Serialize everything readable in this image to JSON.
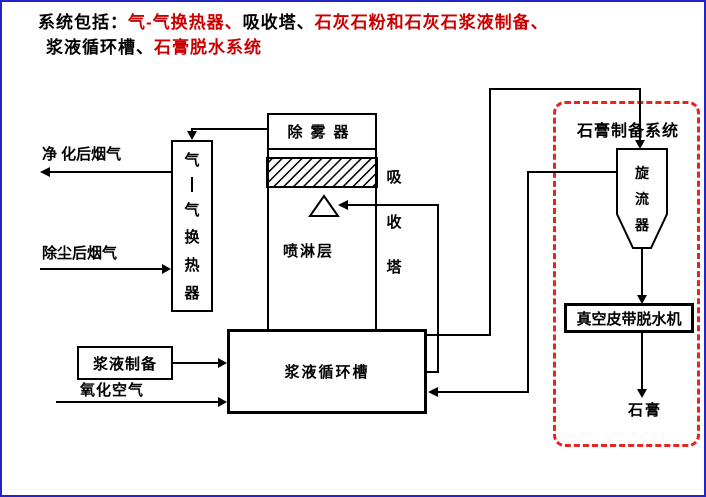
{
  "colors": {
    "frame_border_blue": "#2323c8",
    "title_accent_red": "#cc0000",
    "diagram_line_black": "#000000",
    "dashed_area_red": "#e8241f",
    "background": "#ffffff"
  },
  "title": {
    "segments": [
      {
        "text": "系统包括：",
        "color": "#000000"
      },
      {
        "text": "气-气换热器、",
        "color": "#cc0000"
      },
      {
        "text": "吸收塔、",
        "color": "#000000"
      },
      {
        "text": "石灰石粉和石灰石浆液制备、",
        "color": "#cc0000"
      },
      {
        "text": "浆液循环槽、",
        "color": "#000000"
      },
      {
        "text": "石膏脱水系统",
        "color": "#cc0000"
      }
    ]
  },
  "diagram": {
    "clean_gas_label": "净 化后烟气",
    "raw_gas_label": "除尘后烟气",
    "demister_label": "除雾器",
    "spray_layer_label": "喷淋层",
    "absorber_chars": [
      "吸",
      "收",
      "塔"
    ],
    "ggh_chars": [
      "气",
      "气",
      "换",
      "热",
      "器"
    ],
    "slurry_prep_label": "浆液制备",
    "oxidation_air_label": "氧化空气",
    "tank_label": "浆液循环槽",
    "gypsum_system_label": "石膏制备系统",
    "cyclone_chars": [
      "旋",
      "流",
      "器"
    ],
    "belt_dewater_label": "真空皮带脱水机",
    "gypsum_label": "石膏"
  }
}
